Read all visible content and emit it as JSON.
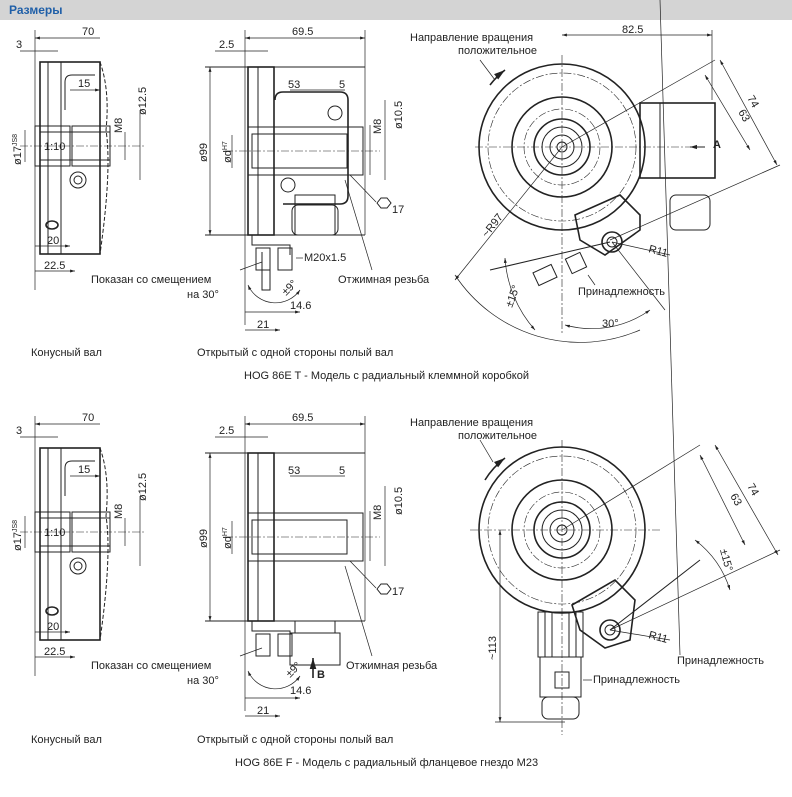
{
  "header": {
    "title": "Размеры"
  },
  "sections": [
    {
      "model_caption": "HOG 86E T - Модель с радиальный клеммной коробкой",
      "views": {
        "cone_shaft": {
          "caption": "Конусный вал",
          "dims": {
            "overall": "70",
            "flange": "3",
            "inner": "15",
            "bore": "ø17",
            "bore_tol": "JS8",
            "taper": "1:10",
            "thread": "M8",
            "diameter": "ø12.5",
            "d20": "20",
            "d22_5": "22.5"
          }
        },
        "hollow_shaft": {
          "caption": "Открытый с одной стороны полый вал",
          "dims": {
            "overall": "69.5",
            "flange": "2.5",
            "d53": "53",
            "d5": "5",
            "housing": "ø99",
            "bore": "ød",
            "bore_tol": "H7",
            "thread": "M8",
            "diameter": "ø10.5",
            "hex": "17",
            "gland": "M20x1.5",
            "angle": "±9°",
            "d14_6": "14.6",
            "d21": "21"
          },
          "labels": {
            "offset_line1": "Показан со смещением",
            "offset_line2": "на 30°",
            "pushoff": "Отжимная резьба"
          }
        },
        "front": {
          "dims": {
            "width": "82.5",
            "d74": "74",
            "d63": "63",
            "radius": "~R97",
            "r11": "R11",
            "angle15": "±15°",
            "angle30": "30°",
            "view": "A"
          },
          "labels": {
            "rotation_line1": "Направление вращения",
            "rotation_line2": "положительное",
            "accessory": "Принадлежность"
          }
        }
      }
    },
    {
      "model_caption": "HOG 86E F - Модель с радиальный фланцевое гнездо M23",
      "views": {
        "cone_shaft": {
          "caption": "Конусный вал",
          "dims": {
            "overall": "70",
            "flange": "3",
            "inner": "15",
            "bore": "ø17",
            "bore_tol": "JS8",
            "taper": "1:10",
            "thread": "M8",
            "diameter": "ø12.5",
            "d20": "20",
            "d22_5": "22.5"
          }
        },
        "hollow_shaft": {
          "caption": "Открытый с одной стороны полый вал",
          "dims": {
            "overall": "69.5",
            "flange": "2.5",
            "d53": "53",
            "d5": "5",
            "housing": "ø99",
            "bore": "ød",
            "bore_tol": "H7",
            "thread": "M8",
            "diameter": "ø10.5",
            "hex": "17",
            "angle": "±9°",
            "d14_6": "14.6",
            "d21": "21",
            "view": "B"
          },
          "labels": {
            "offset_line1": "Показан со смещением",
            "offset_line2": "на 30°",
            "pushoff": "Отжимная резьба"
          }
        },
        "front": {
          "dims": {
            "d74": "74",
            "d63": "63",
            "height": "~113",
            "r11": "R11",
            "angle15": "±15°"
          },
          "labels": {
            "rotation_line1": "Направление вращения",
            "rotation_line2": "положительное",
            "accessory": "Принадлежность",
            "accessory2": "Принадлежность"
          }
        }
      }
    }
  ]
}
